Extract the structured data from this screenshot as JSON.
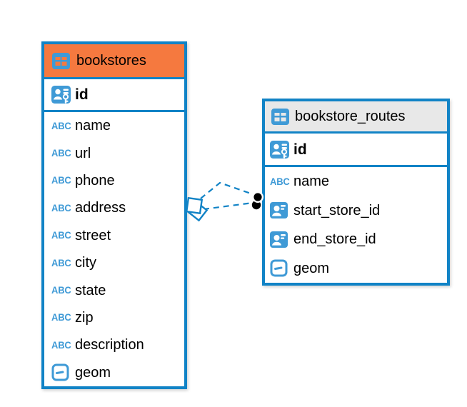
{
  "colors": {
    "table_border_blue": "#1183c6",
    "icon_blue": "#3f9ad6",
    "bookstores_header_orange": "#f5793f",
    "bookstore_routes_header_gray": "#e8e8e8",
    "relationship_line_blue": "#1183c6",
    "connector_dot_black": "#000000",
    "text_black": "#000000",
    "background_white": "#ffffff"
  },
  "icons": {
    "table_icon": "table-grid",
    "primary_key_icon": "person-card-with-key",
    "reference_icon": "person-card",
    "geometry_icon": "rounded-rect-with-dash",
    "text_type_icon_label": "ABC"
  },
  "tables": [
    {
      "name": "bookstores",
      "header_color": "#f5793f",
      "columns": [
        {
          "name": "id",
          "type": "primary_key"
        },
        {
          "name": "name",
          "type": "text"
        },
        {
          "name": "url",
          "type": "text"
        },
        {
          "name": "phone",
          "type": "text"
        },
        {
          "name": "address",
          "type": "text"
        },
        {
          "name": "street",
          "type": "text"
        },
        {
          "name": "city",
          "type": "text"
        },
        {
          "name": "state",
          "type": "text"
        },
        {
          "name": "zip",
          "type": "text"
        },
        {
          "name": "description",
          "type": "text"
        },
        {
          "name": "geom",
          "type": "geometry"
        }
      ]
    },
    {
      "name": "bookstore_routes",
      "header_color": "#e8e8e8",
      "columns": [
        {
          "name": "id",
          "type": "primary_key"
        },
        {
          "name": "name",
          "type": "text"
        },
        {
          "name": "start_store_id",
          "type": "reference"
        },
        {
          "name": "end_store_id",
          "type": "reference"
        },
        {
          "name": "geom",
          "type": "geometry"
        }
      ]
    }
  ],
  "relationships": [
    {
      "from": "bookstores",
      "to": "bookstore_routes",
      "style": "dashed"
    },
    {
      "from": "bookstores",
      "to": "bookstore_routes",
      "style": "dashed"
    }
  ]
}
